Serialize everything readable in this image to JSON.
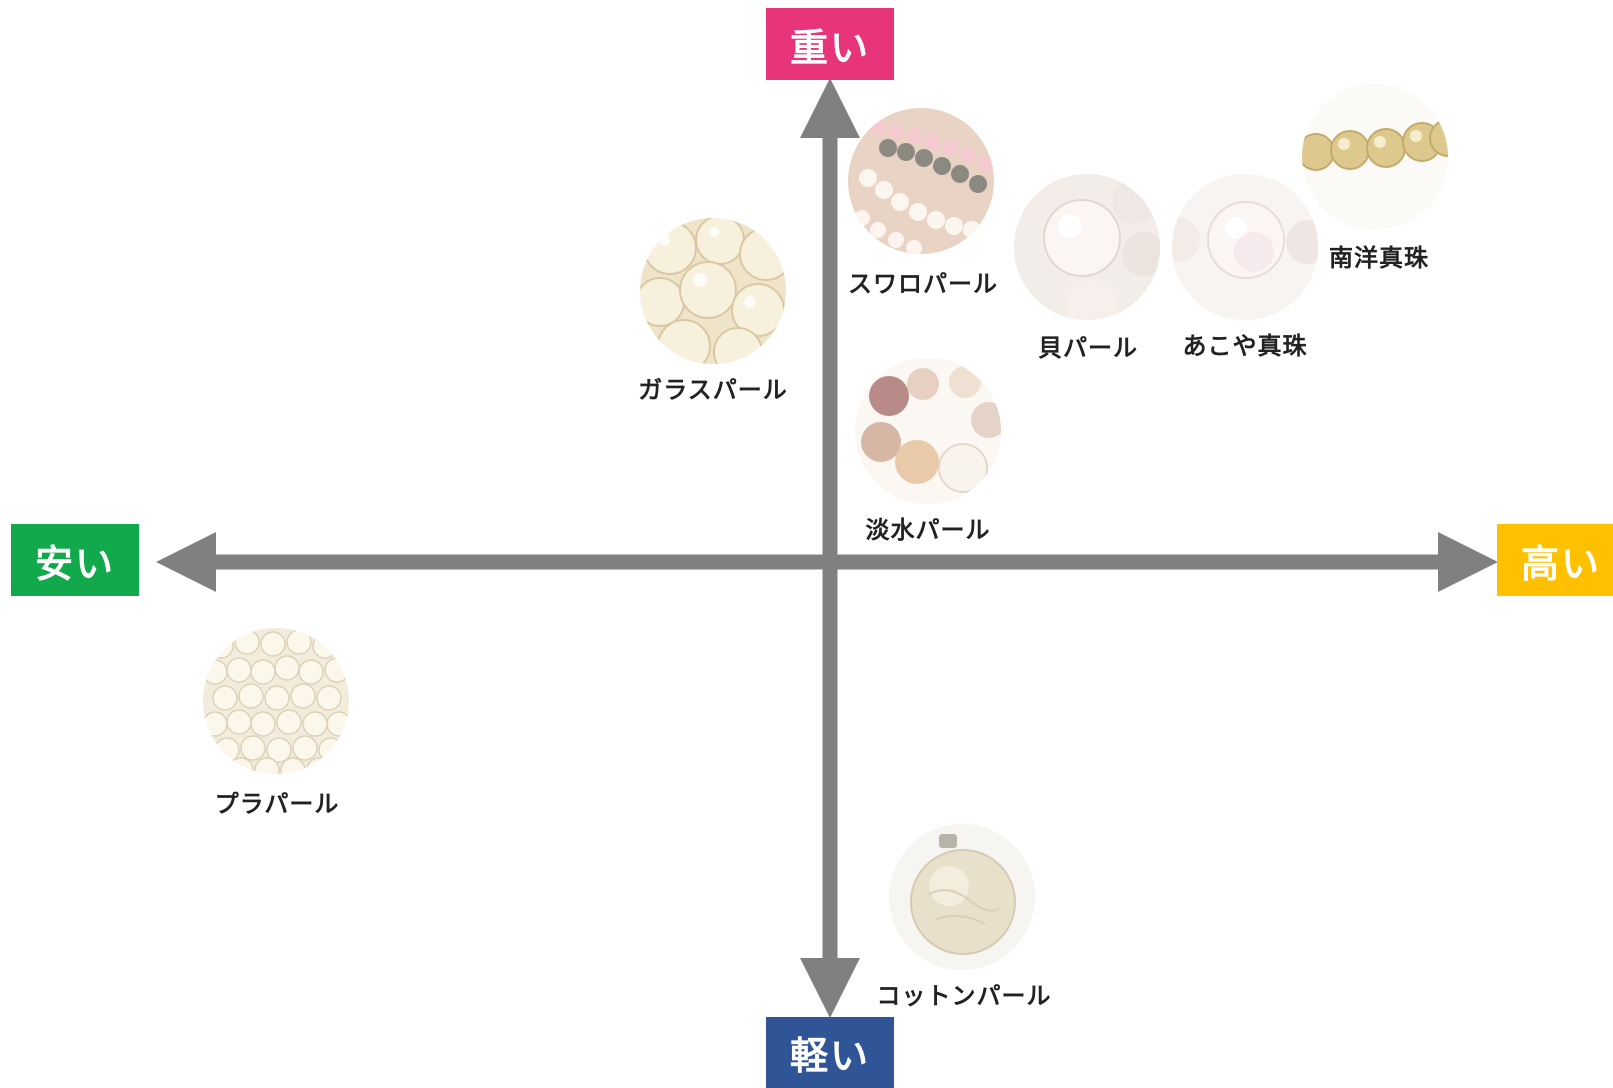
{
  "axes": {
    "top": {
      "label": "重い",
      "color": "#e8347a"
    },
    "bottom": {
      "label": "軽い",
      "color": "#2f5597"
    },
    "left": {
      "label": "安い",
      "color": "#12a94c"
    },
    "right": {
      "label": "高い",
      "color": "#ffc000"
    },
    "arrow_color": "#808080"
  },
  "pearls": [
    {
      "id": "swaro",
      "name": "スワロパール",
      "icon": "multi-strand-pearl-necklace-icon"
    },
    {
      "id": "glass",
      "name": "ガラスパール",
      "icon": "glass-pearl-beads-icon"
    },
    {
      "id": "shell",
      "name": "貝パール",
      "icon": "shell-pearl-icon"
    },
    {
      "id": "akoya",
      "name": "あこや真珠",
      "icon": "akoya-pearl-icon"
    },
    {
      "id": "southsea",
      "name": "南洋真珠",
      "icon": "south-sea-pearl-strand-icon"
    },
    {
      "id": "freshwater",
      "name": "淡水パール",
      "icon": "freshwater-pearl-strand-icon"
    },
    {
      "id": "plastic",
      "name": "プラパール",
      "icon": "plastic-pearl-pile-icon"
    },
    {
      "id": "cotton",
      "name": "コットンパール",
      "icon": "cotton-pearl-icon"
    }
  ]
}
